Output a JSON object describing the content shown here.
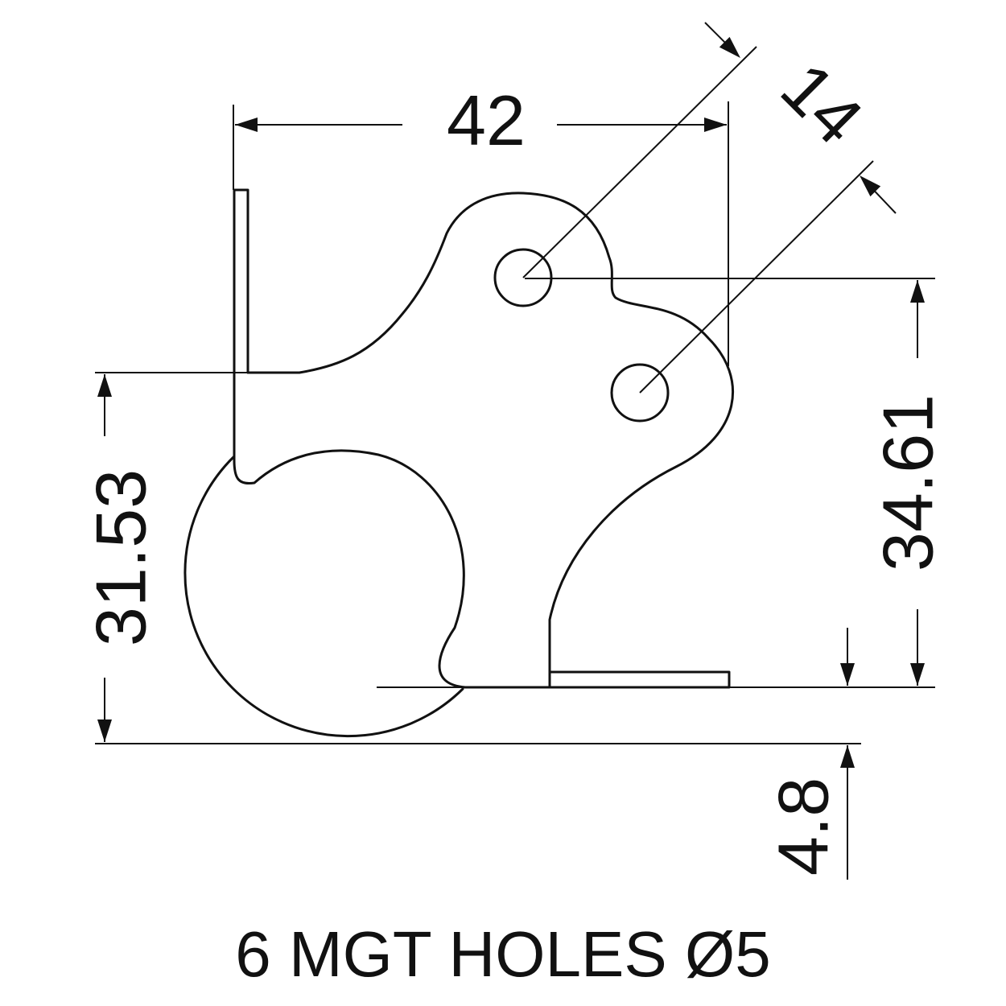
{
  "dimensions": {
    "width_top": "42",
    "hole_spacing": "14",
    "height_left": "31.53",
    "height_right": "34.61",
    "offset_bottom": "4.8"
  },
  "caption": "6 MGT HOLES Ø5"
}
